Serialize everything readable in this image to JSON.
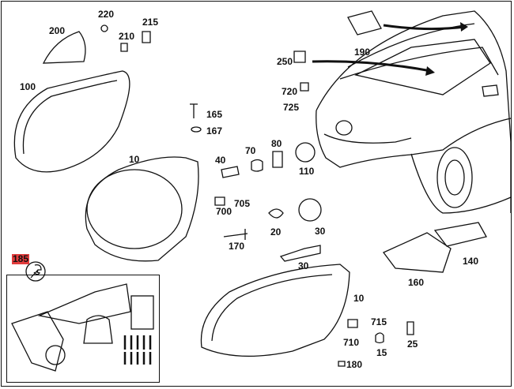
{
  "diagram": {
    "highlight_color": "#e23c3c",
    "parts": [
      {
        "id": "220",
        "label": "220"
      },
      {
        "id": "215",
        "label": "215"
      },
      {
        "id": "200",
        "label": "200"
      },
      {
        "id": "210",
        "label": "210"
      },
      {
        "id": "190",
        "label": "190"
      },
      {
        "id": "250",
        "label": "250"
      },
      {
        "id": "100",
        "label": "100"
      },
      {
        "id": "720",
        "label": "720"
      },
      {
        "id": "725",
        "label": "725"
      },
      {
        "id": "165",
        "label": "165"
      },
      {
        "id": "167",
        "label": "167"
      },
      {
        "id": "40",
        "label": "40"
      },
      {
        "id": "70",
        "label": "70"
      },
      {
        "id": "80",
        "label": "80"
      },
      {
        "id": "10a",
        "label": "10"
      },
      {
        "id": "110",
        "label": "110"
      },
      {
        "id": "700",
        "label": "700"
      },
      {
        "id": "705",
        "label": "705"
      },
      {
        "id": "20",
        "label": "20"
      },
      {
        "id": "30a",
        "label": "30"
      },
      {
        "id": "170",
        "label": "170"
      },
      {
        "id": "140",
        "label": "140"
      },
      {
        "id": "185",
        "label": "185",
        "highlighted": true
      },
      {
        "id": "30b",
        "label": "30"
      },
      {
        "id": "160",
        "label": "160"
      },
      {
        "id": "10b",
        "label": "10"
      },
      {
        "id": "715",
        "label": "715"
      },
      {
        "id": "710",
        "label": "710"
      },
      {
        "id": "25",
        "label": "25"
      },
      {
        "id": "15",
        "label": "15"
      },
      {
        "id": "180",
        "label": "180"
      }
    ],
    "icons": [
      "wrench-icon"
    ]
  }
}
